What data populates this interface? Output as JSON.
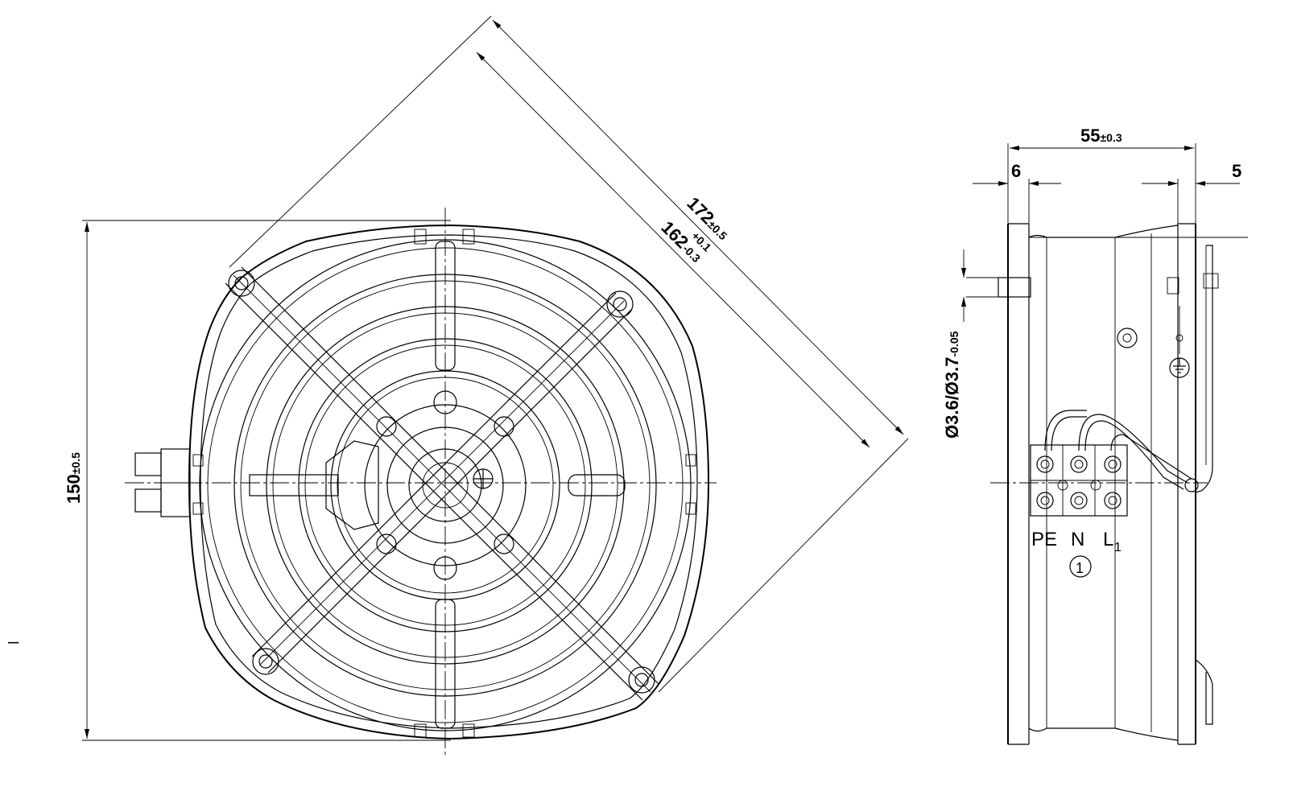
{
  "front_view": {
    "height_dim": {
      "value": "150",
      "tol": "±0.5"
    },
    "diag_outer": {
      "value": "172",
      "tol": "±0.5"
    },
    "diag_inner": {
      "value": "162",
      "tol_upper": "+0.1",
      "tol_lower": "-0.3"
    }
  },
  "side_view": {
    "depth_dim": {
      "value": "55",
      "tol": "±0.3"
    },
    "left_offset": "6",
    "right_offset": "5",
    "hole_dim": {
      "value": "Ø3.6/Ø3.7",
      "tol": "-0.05"
    },
    "terminal_labels": [
      "PE",
      "N",
      "L"
    ],
    "terminal_sub": "1",
    "callout": "1",
    "ground_symbol": "earth-ground-icon"
  },
  "margin_mark": "–"
}
